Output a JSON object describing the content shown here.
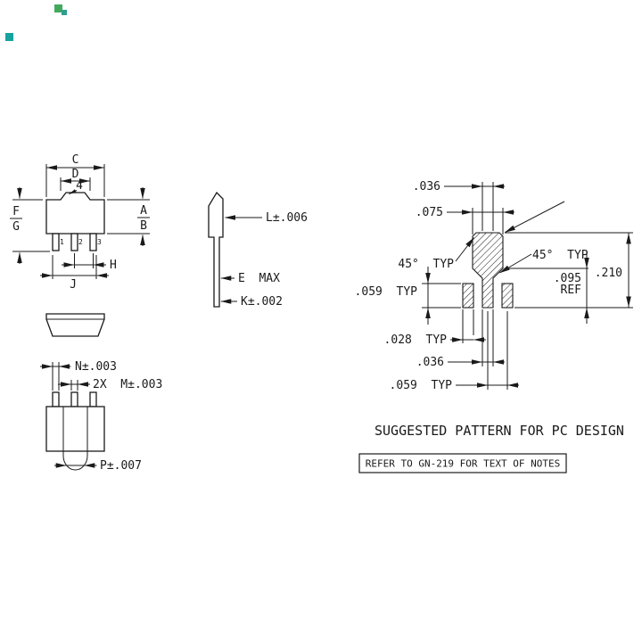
{
  "front_view": {
    "dim_c": "C",
    "dim_d": "D",
    "pin4": "4",
    "dim_f": "F",
    "dim_g": "G",
    "dim_a": "A",
    "dim_b": "B",
    "pin1": "1",
    "pin2": "2",
    "pin3": "3",
    "dim_h": "H",
    "dim_j": "J"
  },
  "side_view": {
    "dim_l": "L±.006",
    "dim_e_max": "E  MAX",
    "dim_k": "K±.002"
  },
  "bottom_view": {
    "dim_n": "N±.003",
    "dim_m": "2X  M±.003",
    "dim_p": "P±.007"
  },
  "pc_pattern": {
    "dim_036_top": ".036",
    "dim_075": ".075",
    "dim_45_left": "45°  TYP",
    "dim_45_right": "45°  TYP",
    "dim_059_left": ".059  TYP",
    "dim_095": ".095",
    "dim_095_ref": "REF",
    "dim_210": ".210",
    "dim_028": ".028  TYP",
    "dim_036_bottom": ".036",
    "dim_059_bottom": ".059  TYP"
  },
  "caption": "SUGGESTED PATTERN FOR PC DESIGN",
  "note": "REFER TO GN-219 FOR TEXT OF NOTES",
  "colors": {
    "ink": "#1a1a1a",
    "artifact_green": "#43a85f",
    "artifact_teal": "#2f9e8f",
    "artifact_cyan": "#17a2a0"
  }
}
